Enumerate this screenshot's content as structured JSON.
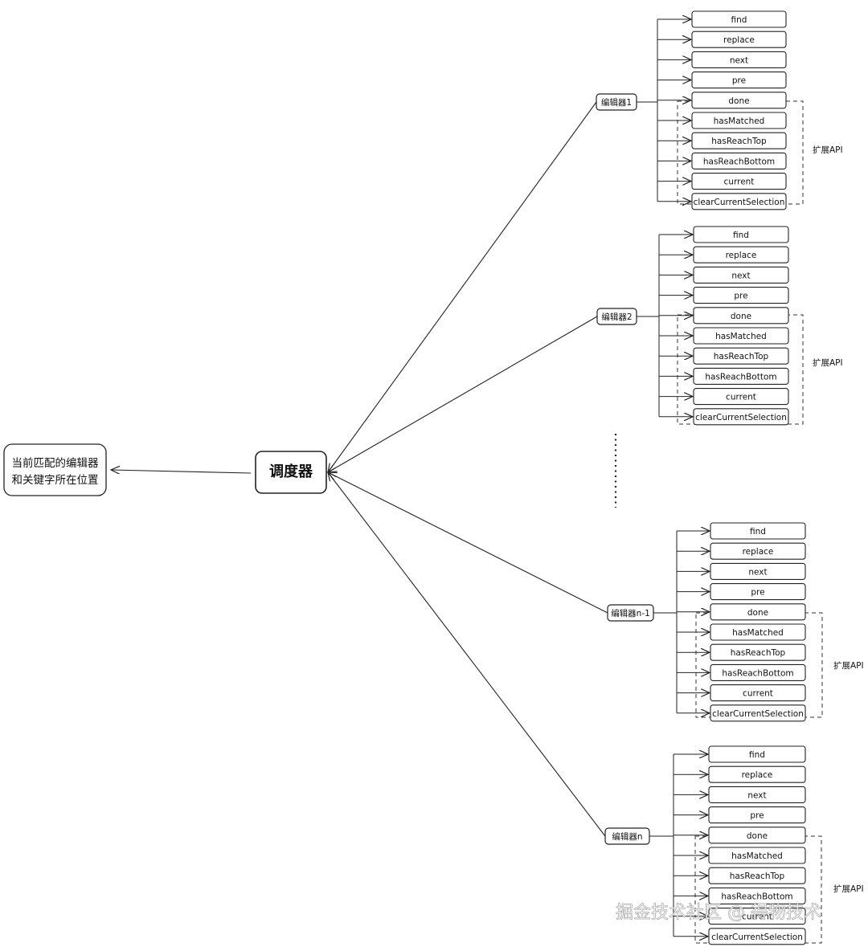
{
  "dispatcher": {
    "label": "调度器"
  },
  "output": {
    "line1": "当前匹配的编辑器",
    "line2": "和关键字所在位置"
  },
  "groups": [
    {
      "editor": "编辑器1",
      "methods": [
        "find",
        "replace",
        "next",
        "pre",
        "done"
      ],
      "extended": [
        "hasMatched",
        "hasReachTop",
        "hasReachBottom",
        "current",
        "clearCurrentSelection"
      ],
      "extended_label": "扩展API"
    },
    {
      "editor": "编辑器2",
      "methods": [
        "find",
        "replace",
        "next",
        "pre",
        "done"
      ],
      "extended": [
        "hasMatched",
        "hasReachTop",
        "hasReachBottom",
        "current",
        "clearCurrentSelection"
      ],
      "extended_label": "扩展API"
    },
    {
      "editor": "编辑器n-1",
      "methods": [
        "find",
        "replace",
        "next",
        "pre",
        "done"
      ],
      "extended": [
        "hasMatched",
        "hasReachTop",
        "hasReachBottom",
        "current",
        "clearCurrentSelection"
      ],
      "extended_label": "扩展API"
    },
    {
      "editor": "编辑器n",
      "methods": [
        "find",
        "replace",
        "next",
        "pre",
        "done"
      ],
      "extended": [
        "hasMatched",
        "hasReachTop",
        "hasReachBottom",
        "current",
        "clearCurrentSelection"
      ],
      "extended_label": "扩展API"
    }
  ],
  "watermark": "掘金技术社区 @ 得物技术",
  "colors": {
    "stroke": "#222222",
    "background": "#ffffff",
    "watermark": "#ffffff"
  }
}
